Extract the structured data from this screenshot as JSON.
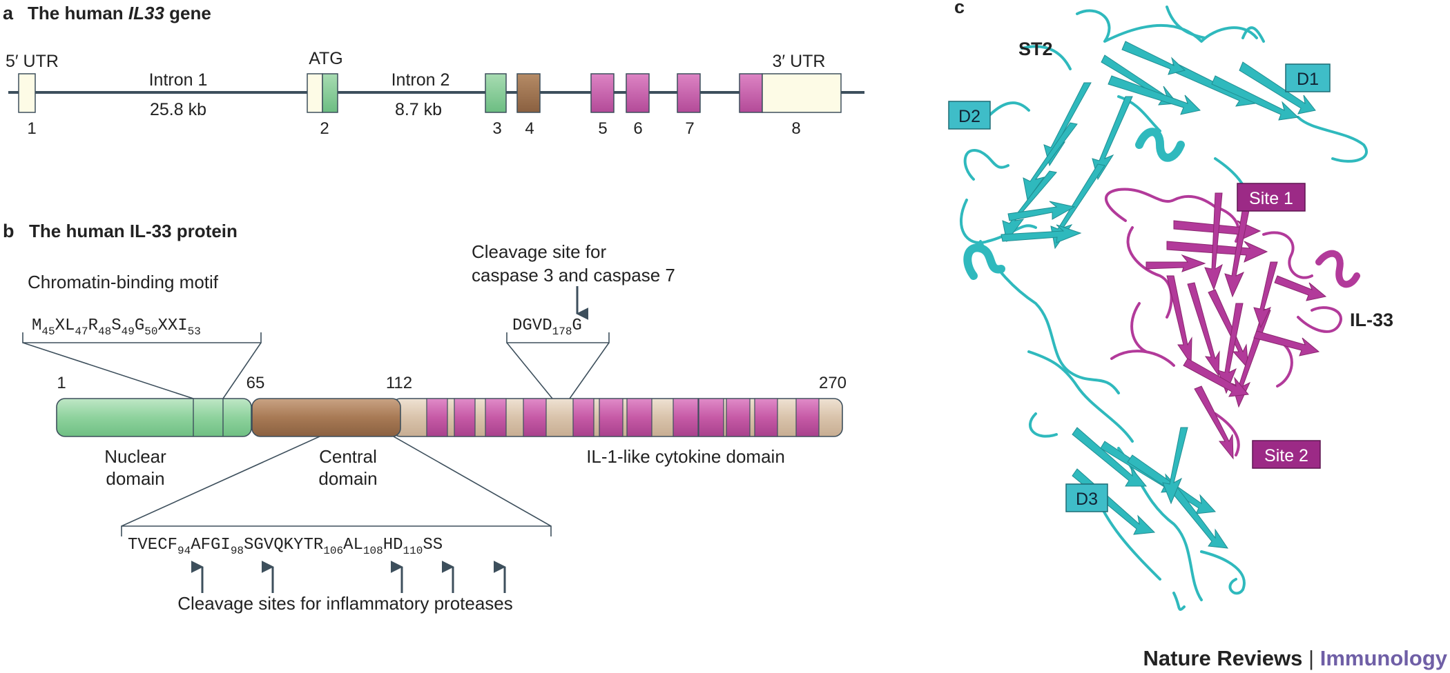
{
  "panel_a": {
    "letter": "a",
    "title_prefix": "The human ",
    "title_gene": "IL33",
    "title_suffix": " gene",
    "labels": {
      "utr5": "5′ UTR",
      "intron1": "Intron 1",
      "intron1_size": "25.8 kb",
      "atg": "ATG",
      "intron2": "Intron 2",
      "intron2_size": "8.7 kb",
      "utr3": "3′ UTR"
    },
    "exon_numbers": [
      "1",
      "2",
      "3",
      "4",
      "5",
      "6",
      "7",
      "8"
    ]
  },
  "panel_b": {
    "letter": "b",
    "title": "The human IL-33 protein",
    "chromatin_motif_label": "Chromatin-binding motif",
    "chromatin_motif": [
      {
        "aa": "M",
        "sub": "45"
      },
      {
        "aa": "XL",
        "sub": "47"
      },
      {
        "aa": "R",
        "sub": "48"
      },
      {
        "aa": "S",
        "sub": "49"
      },
      {
        "aa": "G",
        "sub": "50"
      },
      {
        "aa": "XXI",
        "sub": "53"
      }
    ],
    "caspase_label_line1": "Cleavage site for",
    "caspase_label_line2": "caspase 3 and caspase 7",
    "caspase_seq": {
      "aa": "DGVD",
      "sub": "178",
      "tail": "G"
    },
    "positions": [
      "1",
      "65",
      "112",
      "270"
    ],
    "domains": {
      "nuclear_line1": "Nuclear",
      "nuclear_line2": "domain",
      "central_line1": "Central",
      "central_line2": "domain",
      "cytokine": "IL-1-like cytokine domain"
    },
    "central_seq": [
      {
        "aa": "TVECF",
        "sub": "94"
      },
      {
        "aa": "AFGI",
        "sub": "98"
      },
      {
        "aa": "SGVQKYTR",
        "sub": "106"
      },
      {
        "aa": "AL",
        "sub": "108"
      },
      {
        "aa": "HD",
        "sub": "110"
      },
      {
        "aa": "SS",
        "sub": ""
      }
    ],
    "protease_label": "Cleavage sites for inflammatory proteases"
  },
  "panel_c": {
    "letter": "c",
    "st2_label": "ST2",
    "il33_label": "IL-33",
    "d1": "D1",
    "d2": "D2",
    "d3": "D3",
    "site1": "Site 1",
    "site2": "Site 2"
  },
  "branding": {
    "journal_prefix": "Nature Reviews",
    "separator": "|",
    "journal_name": "Immunology"
  },
  "colors": {
    "line": "#3d4f5c",
    "exon_green": "#7cc690",
    "exon_brown": "#9a7150",
    "exon_magenta": "#c65aa6",
    "utr_fill": "#fdfbe6",
    "nuclear_domain": "#8ed29d",
    "central_domain": "#a87a55",
    "cytokine_band": "#d7c0a8",
    "cytokine_stripe": "#c45ca8",
    "st2_cyan": "#2fb9bd",
    "il33_magenta": "#b23a9a",
    "d_box": "#3fbdc8",
    "site_box": "#9c2a86"
  }
}
